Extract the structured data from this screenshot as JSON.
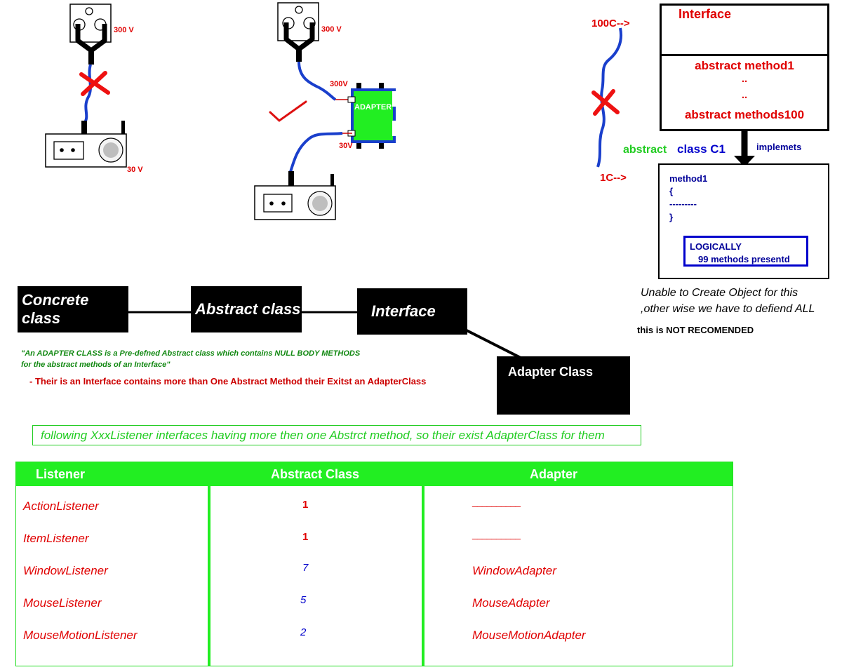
{
  "voltage_demo": {
    "plug1_label": "300 V",
    "device1_label": "30 V",
    "plug2_label": "300 V",
    "adapter_in_label": "300V",
    "adapter_label": "ADAPTER",
    "adapter_out_label": "30V"
  },
  "wire_demo": {
    "top_label": "100C-->",
    "bottom_label": "1C-->"
  },
  "right_diagram": {
    "interface_title": "Interface",
    "method_first": "abstract method1",
    "dots1": "..",
    "dots2": "..",
    "method_last": "abstract methods100",
    "implements_label": "implemets",
    "abstract_word": "abstract",
    "class_label": "class C1",
    "code": [
      "method1",
      "{",
      "---------",
      "}"
    ],
    "logically_title": "LOGICALLY",
    "logically_text": "99 methods presentd",
    "unable_line1": "Unable to Create Object for this",
    "unable_line2": ",other wise we have to defiend ALL",
    "not_recommended": "this is NOT RECOMENDED"
  },
  "hierarchy": {
    "concrete": "Concrete class",
    "abstract": "Abstract class",
    "interface": "Interface",
    "adapter": "Adapter Class"
  },
  "definition": {
    "line1": "\"An ADAPTER CLASS is a Pre-defned Abstract class which contains NULL BODY METHODS",
    "line2": "for the abstract methods of an Interface\"",
    "line3": "- Their is an Interface contains more than One Abstract Method their Exitst an AdapterClass"
  },
  "note": "following XxxListener interfaces having more then one Abstrct method, so their exist AdapterClass for them",
  "table": {
    "headers": [
      "Listener",
      "Abstract Class",
      "Adapter"
    ],
    "rows": [
      {
        "listener": "ActionListener",
        "count": "1",
        "adapter": "__________"
      },
      {
        "listener": "ItemListener",
        "count": "1",
        "adapter": "__________"
      },
      {
        "listener": "WindowListener",
        "count": "7",
        "adapter": "WindowAdapter"
      },
      {
        "listener": "MouseListener",
        "count": "5",
        "adapter": "MouseAdapter"
      },
      {
        "listener": "MouseMotionListener",
        "count": "2",
        "adapter": "MouseMotionAdapter"
      }
    ]
  },
  "colors": {
    "red": "#e00000",
    "blue": "#0000cc",
    "green": "#22ee22",
    "black": "#000000"
  },
  "icons": [
    "power-socket-icon",
    "device-icon",
    "cross-mark-icon",
    "check-mark-icon",
    "adapter-block-icon"
  ]
}
